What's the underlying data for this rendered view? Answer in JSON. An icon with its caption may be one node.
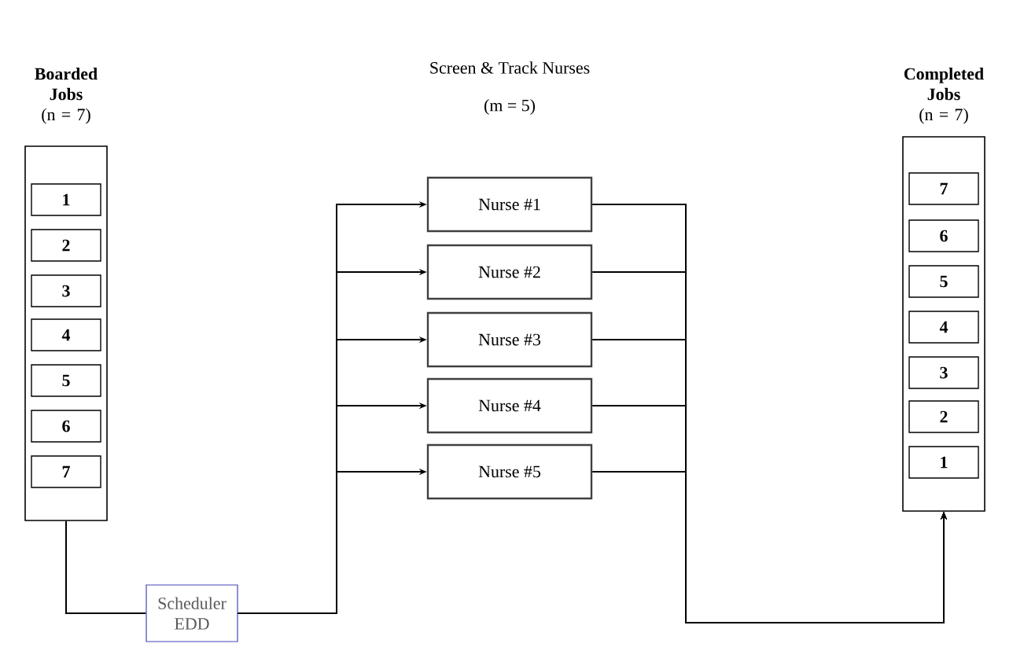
{
  "diagram": {
    "nodes": [
      {
        "text": [
          "Boarded Jobs",
          "(n = 7)"
        ]
      },
      {
        "text": [
          "1"
        ],
        "in": 0
      },
      {
        "text": [
          "2"
        ],
        "in": 0
      },
      {
        "text": [
          "3"
        ],
        "in": 0
      },
      {
        "text": [
          "4"
        ],
        "in": 0
      },
      {
        "text": [
          "5"
        ],
        "in": 0
      },
      {
        "text": [
          "6"
        ],
        "in": 0
      },
      {
        "text": [
          "7"
        ],
        "in": 0
      },
      {
        "text": [
          "Scheduler EDD"
        ]
      },
      {
        "text": [
          "Nurse #1"
        ]
      },
      {
        "text": [
          "Nurse #2"
        ]
      },
      {
        "text": [
          "Nurse #3"
        ]
      },
      {
        "text": [
          "Nurse #4"
        ]
      },
      {
        "text": [
          "Nurse #5"
        ]
      },
      {
        "text": [
          "Completed Jobs",
          "(n = 7)"
        ]
      },
      {
        "text": [
          "7"
        ],
        "in": 14
      },
      {
        "text": [
          "6"
        ],
        "in": 14
      },
      {
        "text": [
          "5"
        ],
        "in": 14
      },
      {
        "text": [
          "4"
        ],
        "in": 14
      },
      {
        "text": [
          "3"
        ],
        "in": 14
      },
      {
        "text": [
          "2"
        ],
        "in": 14
      },
      {
        "text": [
          "1"
        ],
        "in": 14
      }
    ],
    "edges": [
      {
        "from": 0,
        "to": 8,
        "arrow": "none"
      },
      {
        "from": 8,
        "to": 9,
        "arrow": "to"
      },
      {
        "from": 8,
        "to": 10,
        "arrow": "to"
      },
      {
        "from": 8,
        "to": 11,
        "arrow": "to"
      },
      {
        "from": 8,
        "to": 12,
        "arrow": "to"
      },
      {
        "from": 8,
        "to": 13,
        "arrow": "to"
      },
      {
        "from": 9,
        "to": 14,
        "arrow": "to"
      },
      {
        "from": 10,
        "to": 14,
        "arrow": "to"
      },
      {
        "from": 11,
        "to": 14,
        "arrow": "to"
      },
      {
        "from": 12,
        "to": 14,
        "arrow": "to"
      },
      {
        "from": 13,
        "to": 14,
        "arrow": "to"
      }
    ],
    "labels": [
      "Screen & Track Nurses",
      "(m = 5)"
    ]
  }
}
